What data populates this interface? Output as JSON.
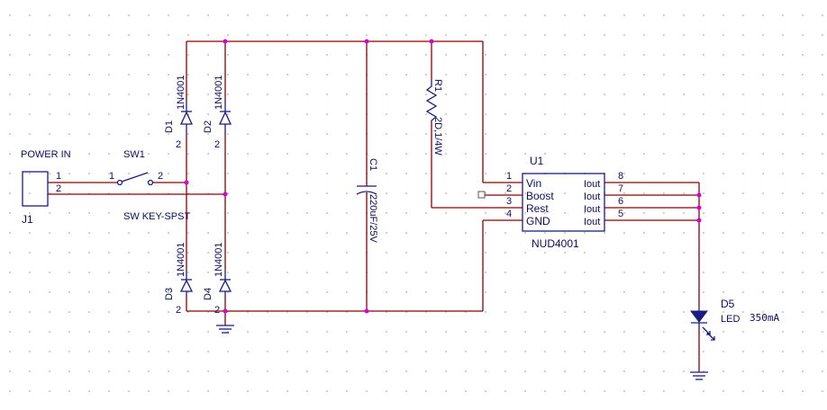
{
  "j1": {
    "ref": "J1",
    "label": "POWER IN",
    "pins": [
      "1",
      "2"
    ]
  },
  "sw1": {
    "ref": "SW1",
    "value": "SW KEY-SPST",
    "pins": [
      "1",
      "2"
    ]
  },
  "diodes": [
    {
      "ref": "D1",
      "value": "1N4001",
      "pin": "2"
    },
    {
      "ref": "D2",
      "value": "1N4001",
      "pin": "2"
    },
    {
      "ref": "D3",
      "value": "1N4001",
      "pin": "2"
    },
    {
      "ref": "D4",
      "value": "1N4001",
      "pin": "2"
    }
  ],
  "c1": {
    "ref": "C1",
    "value": "220uF/25V"
  },
  "r1": {
    "ref": "R1",
    "value": "2D,1/4W"
  },
  "u1": {
    "ref": "U1",
    "part": "NUD4001",
    "left_pins": [
      {
        "num": "1",
        "name": "Vin"
      },
      {
        "num": "2",
        "name": "Boost"
      },
      {
        "num": "3",
        "name": "Rest"
      },
      {
        "num": "4",
        "name": "GND"
      }
    ],
    "right_pins": [
      {
        "num": "8",
        "name": "Iout"
      },
      {
        "num": "7",
        "name": "Iout"
      },
      {
        "num": "6",
        "name": "Iout"
      },
      {
        "num": "5",
        "name": "Iout"
      }
    ]
  },
  "d5": {
    "ref": "D5",
    "value": "LED",
    "current": "350mA"
  },
  "colors": {
    "wire": "#8b0000",
    "component": "#1a1a80",
    "junction": "#d600d6",
    "text": "#0d0d5e"
  }
}
